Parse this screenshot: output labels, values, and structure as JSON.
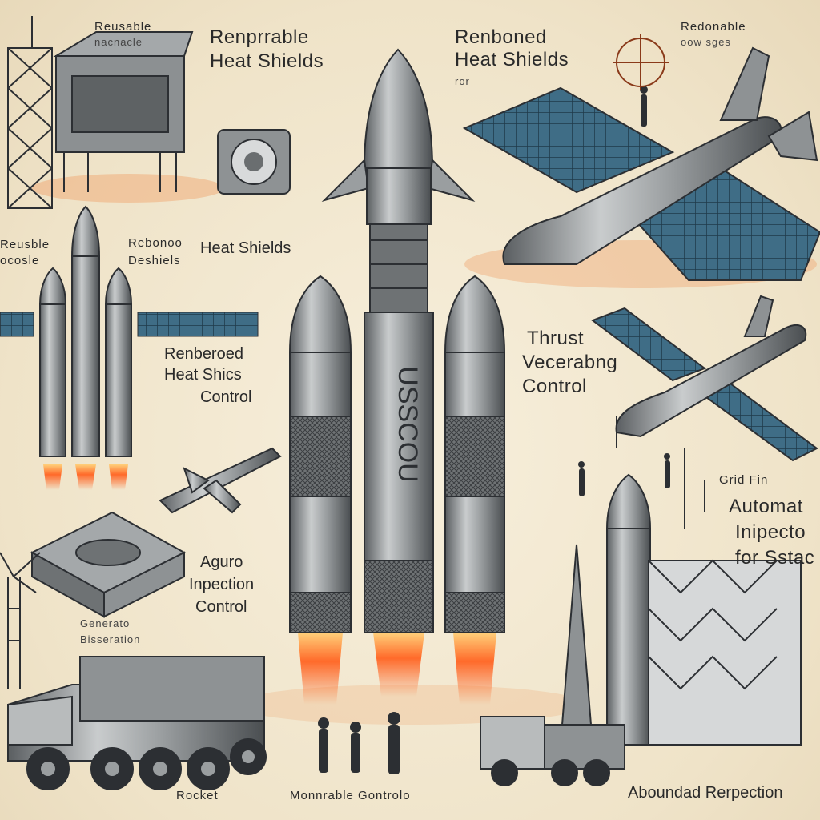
{
  "labels": {
    "top_left": "Reusable",
    "top_left_sub": "nacnacle",
    "heat1_a": "Renprrable",
    "heat1_b": "Heat Shields",
    "heat2_a": "Renboned",
    "heat2_b": "Heat Shields",
    "heat2_sub": "ror",
    "top_right_a": "Redonable",
    "top_right_b": "oow  sges",
    "left_mid_a": "Reusble",
    "left_mid_b": "ocosle",
    "heat3_a": "Rebonoo",
    "heat3_b": "Deshiels",
    "heat3_c": "Heat Shields",
    "renb_a": "Renberoed",
    "renb_b": "Heat Shics",
    "renb_c": "Control",
    "thrust_a": "Thrust",
    "thrust_b": "Vecerabng",
    "thrust_c": "Control",
    "grid": "Grid Fin",
    "auto_a": "Automat",
    "auto_b": "Inipecto",
    "auto_c": "for Sstac",
    "aguro_a": "Aguro",
    "aguro_b": "Inpection",
    "aguro_c": "Control",
    "small_left_a": "Generato",
    "small_left_b": "Bisseration",
    "rocket": "Rocket",
    "monitor": "Monnrable Gontrolo",
    "aboard": "Aboundad Rerpection"
  },
  "rocket_text": "USSCOU",
  "colors": {
    "background": "#f3ead6",
    "metal": "#8e9294",
    "dark": "#2c2f33",
    "panel": "#3d6a82",
    "flame": "#ff6a2a",
    "shadow": "#f0a26b"
  }
}
